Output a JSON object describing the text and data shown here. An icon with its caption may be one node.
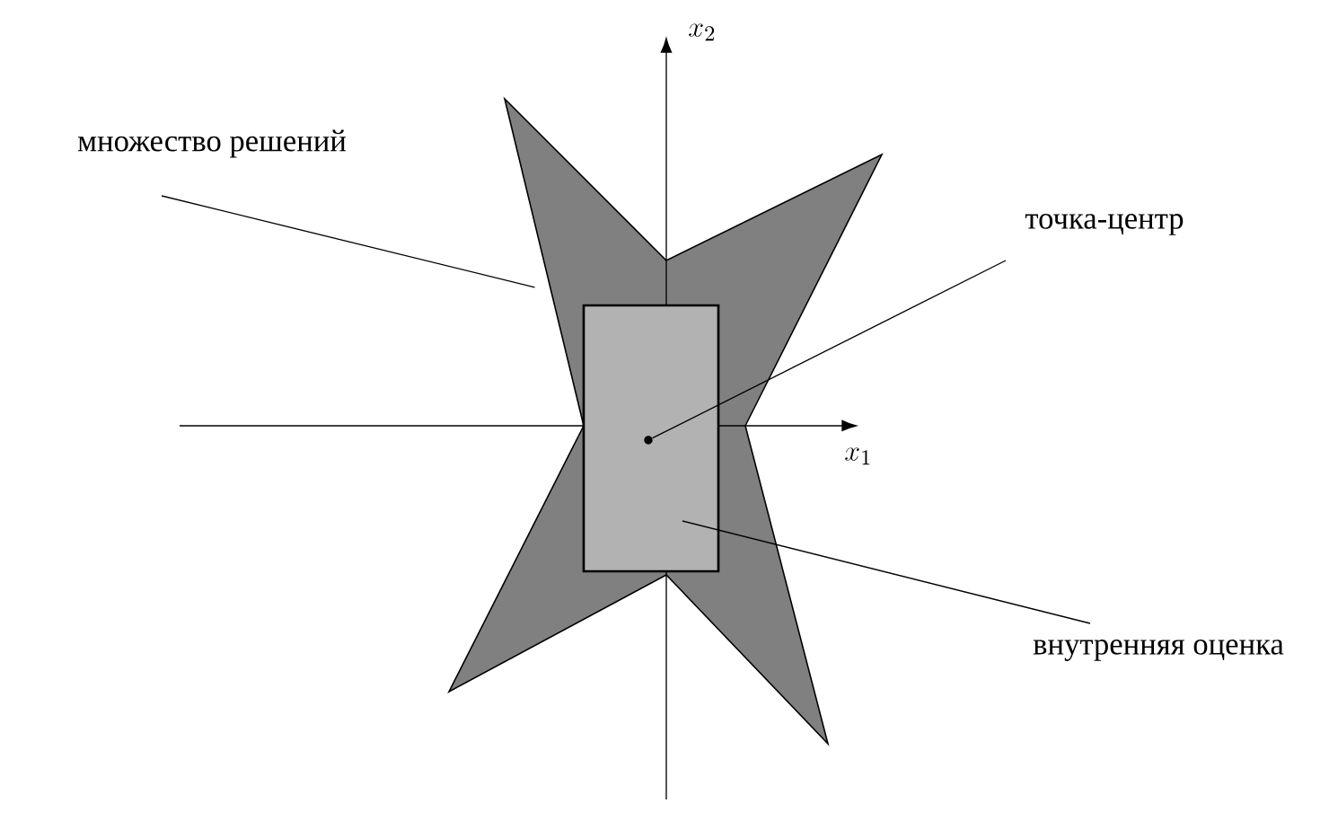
{
  "diagram": {
    "nodes": [
      {
        "text": [
          "множество решений"
        ]
      },
      {
        "text": [],
        "shape": "star"
      },
      {
        "text": [
          "точка-центр"
        ]
      },
      {
        "text": [],
        "shape": "circle",
        "in": 5
      },
      {
        "text": [
          "внутренняя оценка"
        ]
      },
      {
        "text": [],
        "shape": "box",
        "in": 1
      }
    ],
    "edges": [
      {
        "from": 0,
        "to": 1,
        "arrow": "none"
      },
      {
        "from": 2,
        "to": 3,
        "arrow": "none"
      },
      {
        "from": 4,
        "to": 5,
        "arrow": "none"
      }
    ],
    "labels": [
      "x_2",
      "x_1"
    ]
  }
}
